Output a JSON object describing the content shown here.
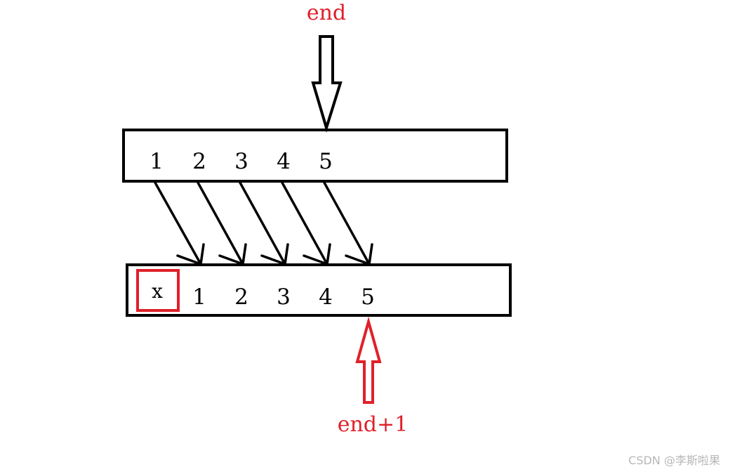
{
  "labels": {
    "end": "end",
    "end_plus_one": "end+1"
  },
  "top_array": {
    "values": [
      "1",
      "2",
      "3",
      "4",
      "5"
    ]
  },
  "bottom_array": {
    "inserted": "x",
    "values": [
      "1",
      "2",
      "3",
      "4",
      "5"
    ]
  },
  "watermark": "CSDN @李斯啦果",
  "colors": {
    "stroke": "#000000",
    "accent": "#e0202a",
    "watermark": "#b7b7b7"
  }
}
